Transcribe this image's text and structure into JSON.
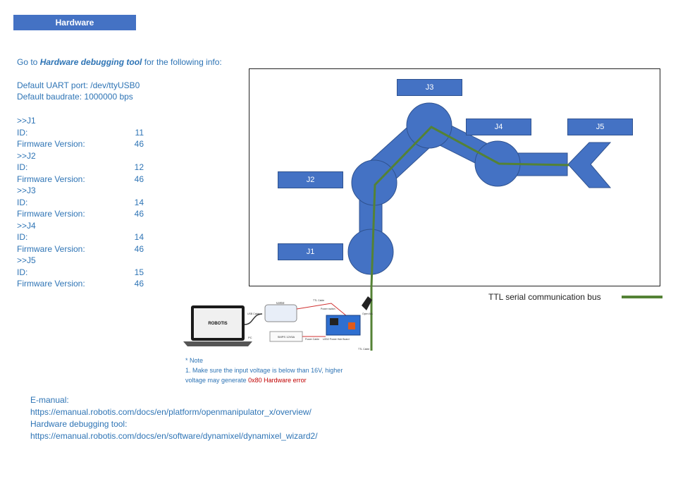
{
  "header": {
    "title": "Hardware"
  },
  "intro": {
    "prefix": "Go to ",
    "tool_name": "Hardware debugging tool",
    "suffix": " for the following info:"
  },
  "port": {
    "uart": "Default UART port: /dev/ttyUSB0",
    "baud": "Default baudrate: 1000000 bps"
  },
  "joints": [
    {
      "name": ">>J1",
      "id_label": "ID:",
      "id": "11",
      "fw_label": "Firmware Version:",
      "fw": "46"
    },
    {
      "name": ">>J2",
      "id_label": "ID:",
      "id": "12",
      "fw_label": "Firmware Version:",
      "fw": "46"
    },
    {
      "name": ">>J3",
      "id_label": "ID:",
      "id": "14",
      "fw_label": "Firmware Version:",
      "fw": "46"
    },
    {
      "name": ">>J4",
      "id_label": "ID:",
      "id": "14",
      "fw_label": "Firmware Version:",
      "fw": "46"
    },
    {
      "name": ">>J5",
      "id_label": "ID:",
      "id": "15",
      "fw_label": "Firmware Version:",
      "fw": "46"
    }
  ],
  "diagram": {
    "labels": {
      "j1": "J1",
      "j2": "J2",
      "j3": "J3",
      "j4": "J4",
      "j5": "J5"
    },
    "legend": "TTL serial communication bus",
    "colors": {
      "link": "#4472c4",
      "bus": "#548235",
      "header": "#4472c4"
    }
  },
  "photo": {
    "laptop_brand": "ROBOTIS",
    "u2d2": "U2D2",
    "usb_cable": "USB Cable",
    "ttl_cable": "TTL Cable",
    "power_switch": "Power switch",
    "smps": "SMPS 12V5A",
    "power_cable": "Power Cable",
    "hub": "U2D2 Power\nHub Board",
    "pc": "PC",
    "ttl_cable2": "TTL Cable",
    "open": "Open\nMA"
  },
  "note": {
    "title": "* Note",
    "line1": "1. Make sure the input voltage is below than 16V, higher",
    "line2_prefix": "voltage may generate ",
    "line2_error": "0x80 Hardware error"
  },
  "links": {
    "emanual_label": "E-manual:",
    "emanual_url": "https://emanual.robotis.com/docs/en/platform/openmanipulator_x/overview/",
    "tool_label": "Hardware debugging tool:",
    "tool_url": "https://emanual.robotis.com/docs/en/software/dynamixel/dynamixel_wizard2/"
  }
}
